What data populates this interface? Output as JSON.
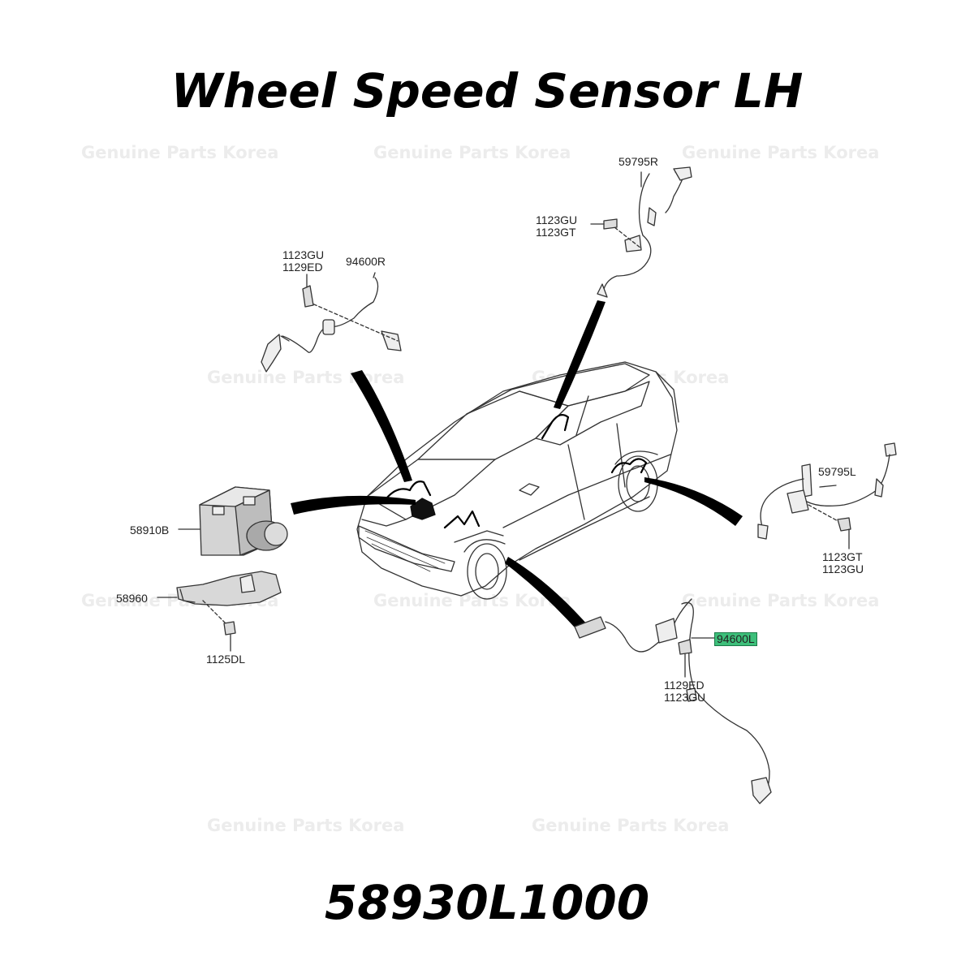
{
  "title": "Wheel Speed Sensor LH",
  "part_number": "58930L1000",
  "watermark": "Genuine Parts Korea",
  "highlight_color": "#3dbf7a",
  "labels": {
    "rear_right_sensor": "59795R",
    "rear_right_bolt_a": "1123GU",
    "rear_right_bolt_b": "1123GT",
    "front_right_bolt_a": "1123GU",
    "front_right_bolt_b": "1129ED",
    "front_right_sensor": "94600R",
    "rear_left_sensor": "59795L",
    "rear_left_bolt_a": "1123GT",
    "rear_left_bolt_b": "1123GU",
    "abs_module": "58910B",
    "bracket": "58960",
    "bracket_bolt": "1125DL",
    "front_left_sensor": "94600L",
    "front_left_bolt_a": "1129ED",
    "front_left_bolt_b": "1123GU"
  }
}
